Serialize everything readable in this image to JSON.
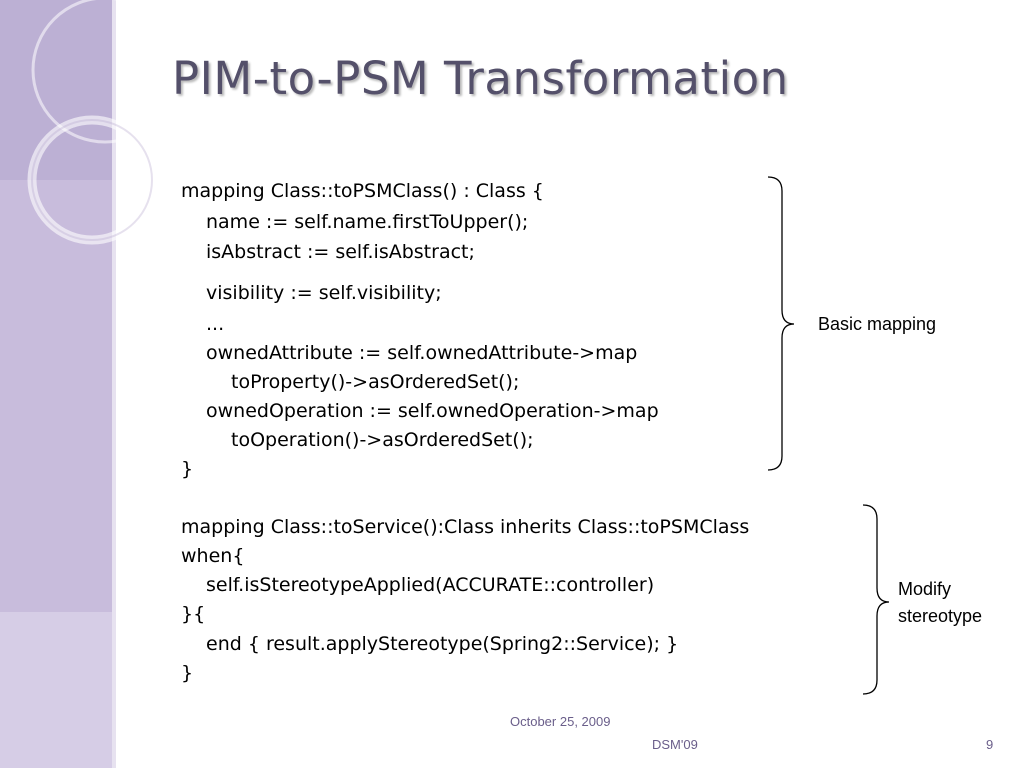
{
  "slide": {
    "title": "PIM-to-PSM Transformation",
    "code_lines": [
      "mapping Class::toPSMClass() : Class {",
      "name := self.name.firstToUpper();",
      "isAbstract := self.isAbstract;",
      "visibility := self.visibility;",
      "...",
      "ownedAttribute := self.ownedAttribute->map",
      "toProperty()->asOrderedSet();",
      "ownedOperation := self.ownedOperation->map",
      "toOperation()->asOrderedSet();",
      "}",
      "mapping Class::toService():Class inherits Class::toPSMClass",
      "when{",
      "self.isStereotypeApplied(ACCURATE::controller)",
      "}{",
      "end { result.applyStereotype(Spring2::Service); }",
      "}"
    ],
    "annotations": {
      "basic_mapping": "Basic mapping",
      "modify_line1": "Modify",
      "modify_line2": "stereotype"
    },
    "footer": {
      "date": "October 25, 2009",
      "conference": "DSM'09",
      "page_number": "9"
    },
    "colors": {
      "title": "#54506a",
      "side_band": "#c8bcdc",
      "footer_text": "#6a5e8a",
      "brace": "#000000"
    }
  }
}
